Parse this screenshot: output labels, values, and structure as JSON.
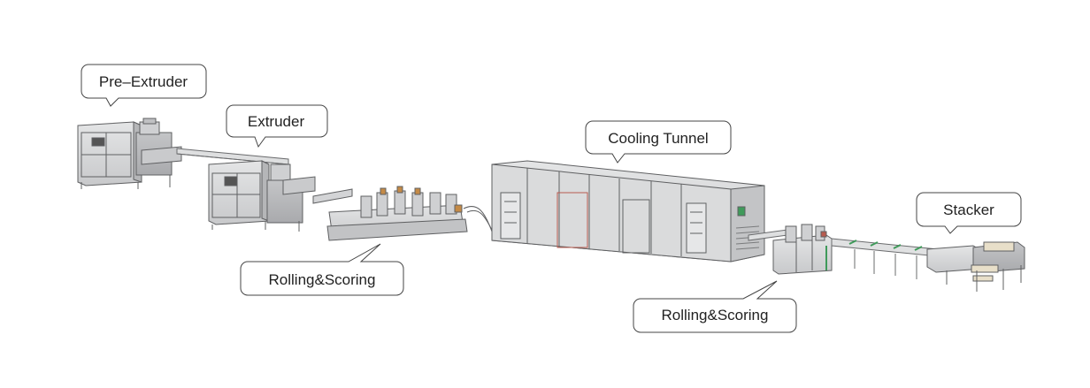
{
  "diagram": {
    "callouts": [
      {
        "id": "pre-extruder",
        "label": "Pre–Extruder"
      },
      {
        "id": "extruder",
        "label": "Extruder"
      },
      {
        "id": "rolling-scoring-1",
        "label": "Rolling&Scoring"
      },
      {
        "id": "cooling-tunnel",
        "label": "Cooling Tunnel"
      },
      {
        "id": "rolling-scoring-2",
        "label": "Rolling&Scoring"
      },
      {
        "id": "stacker",
        "label": "Stacker"
      }
    ],
    "colors": {
      "machine_fill": "#d9dadb",
      "machine_dark": "#b9babc",
      "machine_stroke": "#6b6c6e",
      "accent_green": "#3f9a5a",
      "accent_red": "#b85b4f",
      "accent_orange": "#c48a46"
    }
  }
}
